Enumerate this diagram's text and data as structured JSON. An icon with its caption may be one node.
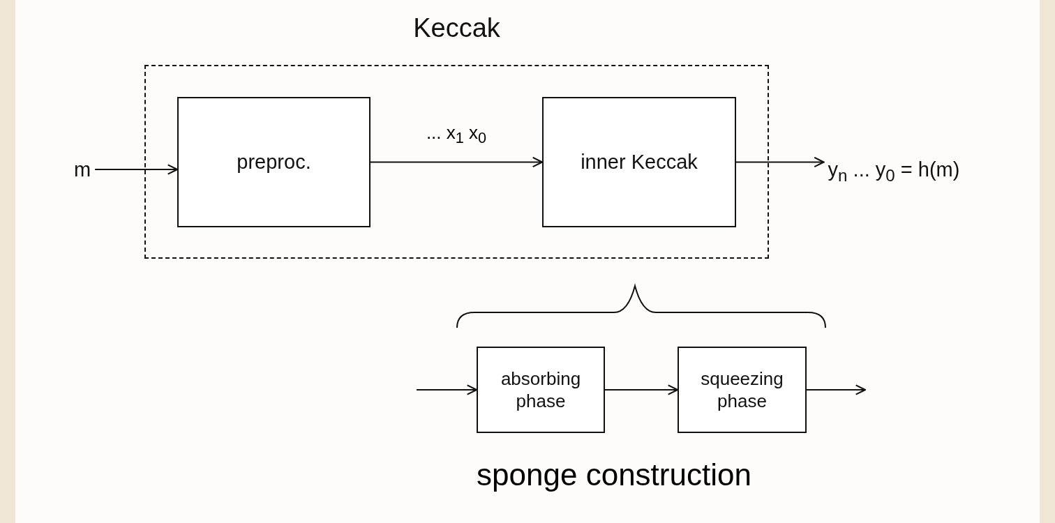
{
  "diagram": {
    "nodes": [
      {
        "text": [
          "Keccak"
        ]
      },
      {
        "text": [
          "preproc."
        ],
        "in": 0
      },
      {
        "text": [
          "inner Keccak"
        ],
        "in": 0
      },
      {
        "text": [
          "m"
        ]
      },
      {
        "text": [
          "y$_{n}$ ... y$_{0}$ = h(m)"
        ]
      },
      {
        "text": [
          "absorbing phase"
        ]
      },
      {
        "text": [
          "squeezing phase"
        ]
      }
    ],
    "edges": [
      {
        "from": 3,
        "to": 1,
        "arrow": "to"
      },
      {
        "from": 1,
        "to": 2,
        "arrow": "to",
        "label": "... x$_{1}$  x$_{0}$"
      },
      {
        "from": 2,
        "to": 4,
        "arrow": "to"
      },
      {
        "from": null,
        "to": 5,
        "arrow": "to"
      },
      {
        "from": 5,
        "to": 6,
        "arrow": "to"
      },
      {
        "from": 6,
        "to": null,
        "arrow": "to"
      }
    ],
    "labels": [
      "sponge construction"
    ]
  }
}
